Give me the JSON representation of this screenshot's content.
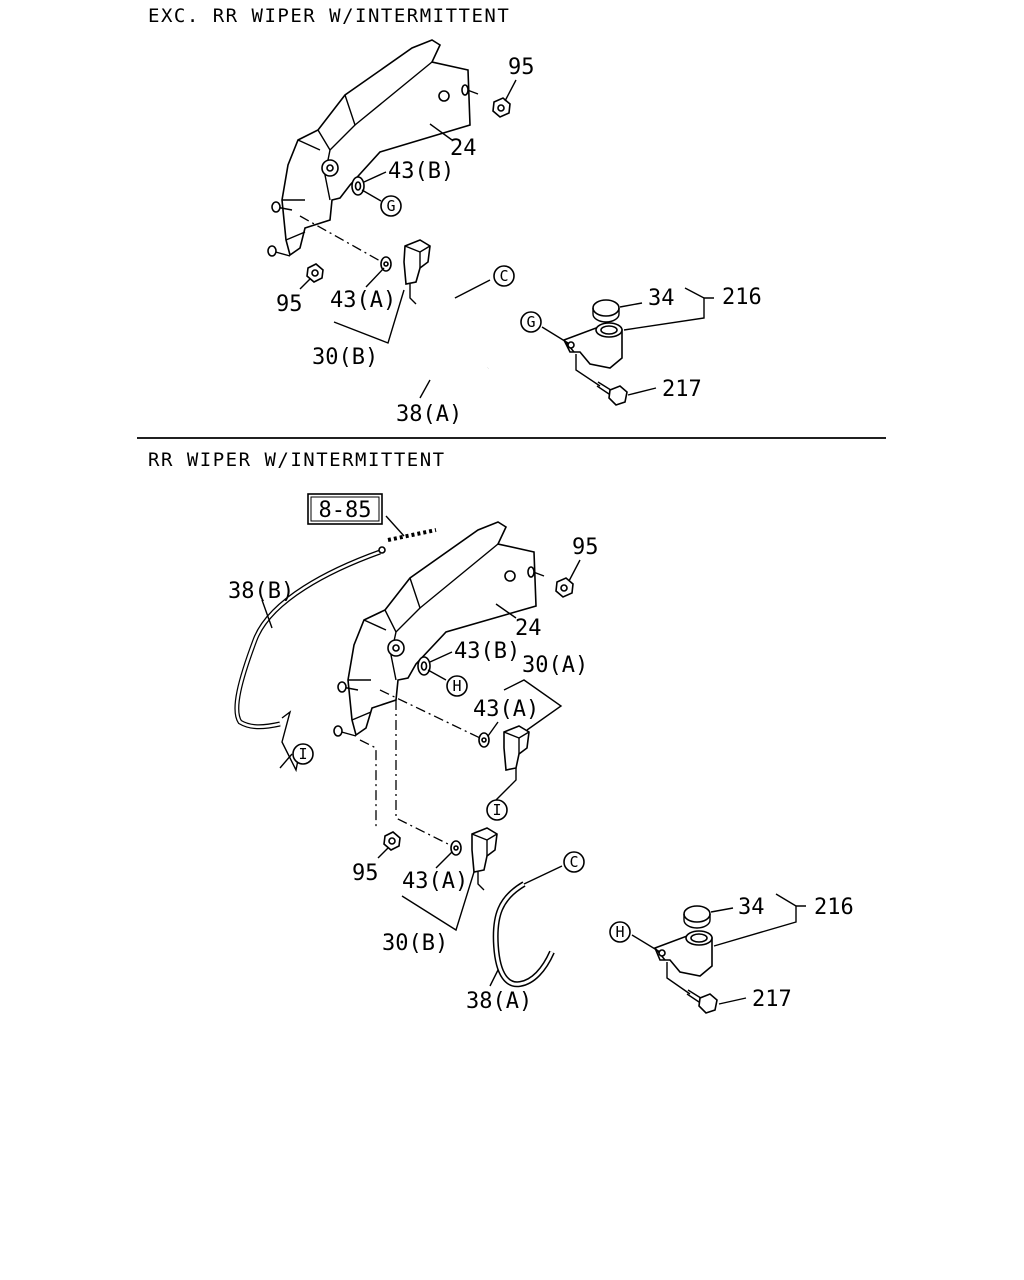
{
  "sections": [
    {
      "title": "EXC. RR WIPER W/INTERMITTENT",
      "labels": {
        "p95_top": "95",
        "p24": "24",
        "p43b": "43(B)",
        "callout_g_1": "G",
        "p95_bottom": "95",
        "p43a": "43(A)",
        "p30b": "30(B)",
        "callout_c": "C",
        "p38a": "38(A)",
        "p34": "34",
        "p216": "216",
        "callout_g_2": "G",
        "p217": "217"
      }
    },
    {
      "title": "RR WIPER W/INTERMITTENT",
      "labels": {
        "ref": "8-85",
        "p38b": "38(B)",
        "p95_top": "95",
        "p24": "24",
        "p43b": "43(B)",
        "callout_h_1": "H",
        "p30a": "30(A)",
        "p43a_upper": "43(A)",
        "callout_i_1": "I",
        "callout_i_2": "I",
        "p95_bottom": "95",
        "p43a_lower": "43(A)",
        "p30b": "30(B)",
        "callout_c": "C",
        "p38a": "38(A)",
        "p34": "34",
        "p216": "216",
        "callout_h_2": "H",
        "p217": "217"
      }
    }
  ]
}
